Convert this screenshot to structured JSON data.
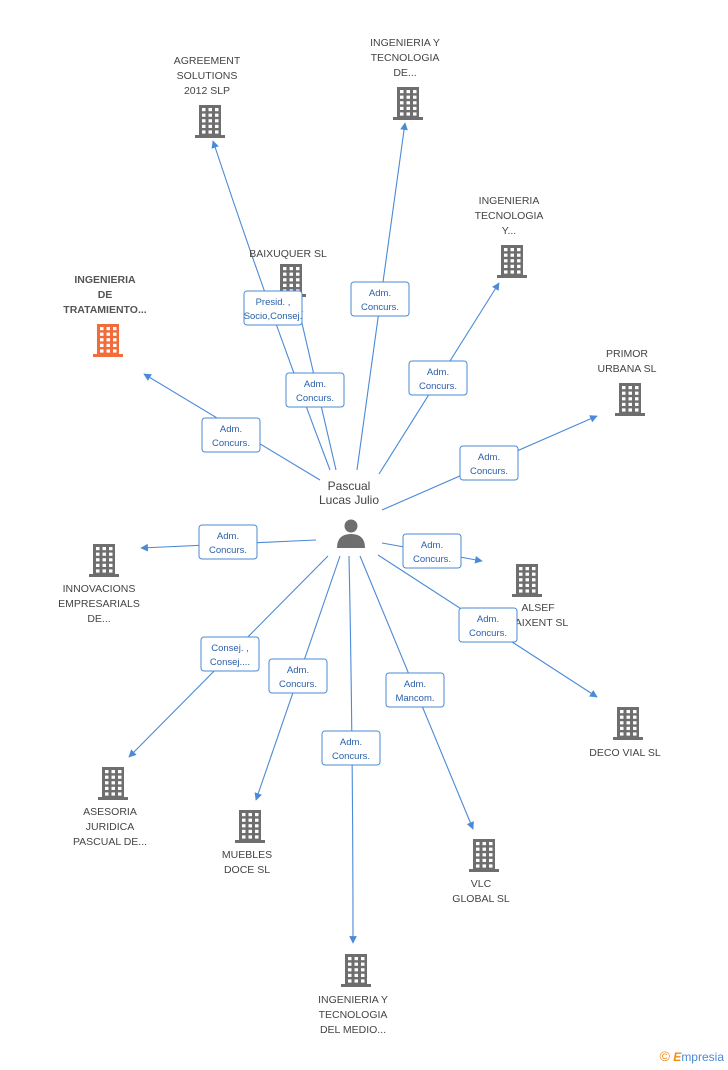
{
  "center": {
    "lines": [
      "Pascual",
      "Lucas Julio"
    ],
    "icon": "person-icon"
  },
  "colors": {
    "edge": "#4a8ad6",
    "building": "#6e6e6e",
    "building_highlight": "#f26b3a",
    "relation_text": "#2a5fa8"
  },
  "companies": [
    {
      "id": "agreement",
      "lines": [
        "AGREEMENT",
        "SOLUTIONS",
        "2012 SLP"
      ],
      "highlight": false,
      "icon": "building-icon"
    },
    {
      "id": "ingtec-de",
      "lines": [
        "INGENIERIA Y",
        "TECNOLOGIA",
        "DE..."
      ],
      "highlight": false,
      "icon": "building-icon"
    },
    {
      "id": "ingtec-y",
      "lines": [
        "INGENIERIA",
        "TECNOLOGIA",
        "Y..."
      ],
      "highlight": false,
      "icon": "building-icon"
    },
    {
      "id": "baixuquer",
      "lines": [
        "BAIXUQUER  SL"
      ],
      "highlight": false,
      "icon": "building-icon"
    },
    {
      "id": "ingtrat",
      "lines": [
        "INGENIERIA",
        "DE",
        "TRATAMIENTO..."
      ],
      "highlight": true,
      "icon": "building-icon"
    },
    {
      "id": "primor",
      "lines": [
        "PRIMOR",
        "URBANA SL"
      ],
      "highlight": false,
      "icon": "building-icon"
    },
    {
      "id": "innovacions",
      "lines": [
        "INNOVACIONS",
        "EMPRESARIALS",
        "DE..."
      ],
      "highlight": false,
      "icon": "building-icon"
    },
    {
      "id": "alsef",
      "lines": [
        "ALSEF",
        "XAIXENT SL"
      ],
      "highlight": false,
      "icon": "building-icon"
    },
    {
      "id": "decovial",
      "lines": [
        "DECO VIAL SL"
      ],
      "highlight": false,
      "icon": "building-icon"
    },
    {
      "id": "asesoria",
      "lines": [
        "ASESORIA",
        "JURIDICA",
        "PASCUAL DE..."
      ],
      "highlight": false,
      "icon": "building-icon"
    },
    {
      "id": "muebles",
      "lines": [
        "MUEBLES",
        "DOCE SL"
      ],
      "highlight": false,
      "icon": "building-icon"
    },
    {
      "id": "vlc",
      "lines": [
        "VLC",
        "GLOBAL SL"
      ],
      "highlight": false,
      "icon": "building-icon"
    },
    {
      "id": "ingtec-medio",
      "lines": [
        "INGENIERIA Y",
        "TECNOLOGIA",
        "DEL MEDIO..."
      ],
      "highlight": false,
      "icon": "building-icon"
    }
  ],
  "relations": [
    {
      "target": "agreement",
      "lines": [
        "Presid. ,",
        "Socio,Consej."
      ]
    },
    {
      "target": "ingtec-de",
      "lines": [
        "Adm.",
        "Concurs."
      ]
    },
    {
      "target": "ingtec-y",
      "lines": [
        "Adm.",
        "Concurs."
      ]
    },
    {
      "target": "baixuquer",
      "lines": [
        "Adm.",
        "Concurs."
      ]
    },
    {
      "target": "ingtrat",
      "lines": [
        "Adm.",
        "Concurs."
      ]
    },
    {
      "target": "primor",
      "lines": [
        "Adm.",
        "Concurs."
      ]
    },
    {
      "target": "innovacions",
      "lines": [
        "Adm.",
        "Concurs."
      ]
    },
    {
      "target": "alsef",
      "lines": [
        "Adm.",
        "Concurs."
      ]
    },
    {
      "target": "decovial",
      "lines": [
        "Adm.",
        "Concurs."
      ]
    },
    {
      "target": "asesoria",
      "lines": [
        "Consej. ,",
        "Consej...."
      ]
    },
    {
      "target": "muebles",
      "lines": [
        "Adm.",
        "Concurs."
      ]
    },
    {
      "target": "vlc",
      "lines": [
        "Adm.",
        "Mancom."
      ]
    },
    {
      "target": "ingtec-medio",
      "lines": [
        "Adm.",
        "Concurs."
      ]
    }
  ],
  "footer": {
    "copyright_symbol": "©",
    "brand_initial": "E",
    "brand_rest": "mpresia"
  }
}
